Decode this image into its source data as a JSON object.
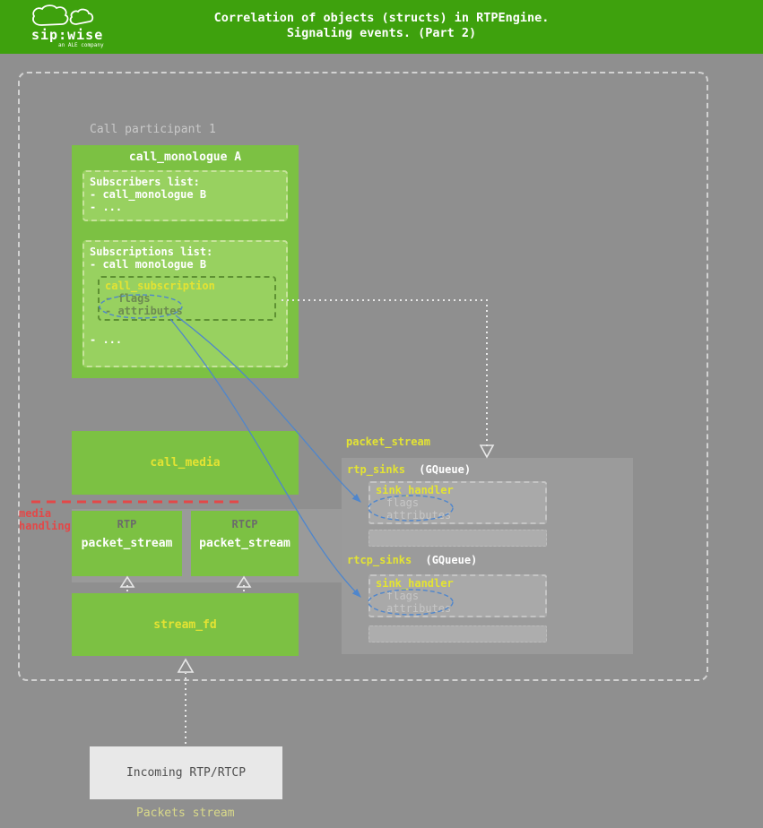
{
  "header": {
    "title_line1": "Correlation of objects (structs) in RTPEngine.",
    "title_line2": "Signaling events. (Part 2)",
    "logo": {
      "text": "sip:wise",
      "subtext": "an ALE company"
    }
  },
  "diagram": {
    "call_participant_label": "Call participant 1",
    "call_monologue": {
      "title": "call_monologue A",
      "subscribers": {
        "title": "Subscribers list:",
        "items": [
          "- call_monologue B",
          "- ..."
        ]
      },
      "subscriptions": {
        "title": "Subscriptions list:",
        "item": "- call monologue B",
        "call_subscription": {
          "title": "call_subscription",
          "flags": "- flags",
          "attributes": "- attributes"
        },
        "more": "- ..."
      }
    },
    "call_media": {
      "title": "call_media"
    },
    "media_handling": {
      "line1": "media",
      "line2": "handling"
    },
    "rtp": {
      "tag": "RTP",
      "title": "packet_stream"
    },
    "rtcp": {
      "tag": "RTCP",
      "title": "packet_stream"
    },
    "stream_fd": {
      "title": "stream_fd"
    },
    "incoming": {
      "title": "Incoming RTP/RTCP"
    },
    "packets_stream_label": "Packets stream",
    "packet_stream_panel": {
      "label": "packet_stream",
      "rtp_sinks": {
        "name": "rtp_sinks",
        "type": "(GQueue)",
        "sink_handler": {
          "title": "sink_handler",
          "flags": "flags",
          "attributes": "attributes"
        }
      },
      "rtcp_sinks": {
        "name": "rtcp_sinks",
        "type": "(GQueue)",
        "sink_handler": {
          "title": "sink_handler",
          "flags": "flags",
          "attributes": "attributes"
        }
      }
    }
  },
  "colors": {
    "header_green": "#3ea10d",
    "background_gray": "#8f8f8f",
    "box_green": "#7cc143",
    "inner_green": "#98d160",
    "accent_yellow": "#e3e333",
    "accent_red": "#e34848",
    "panel_gray": "#9b9b9b",
    "sub_box_gray": "#a9a9a9",
    "connector_blue": "#4f86cc",
    "connector_white": "#e8e8e8"
  }
}
